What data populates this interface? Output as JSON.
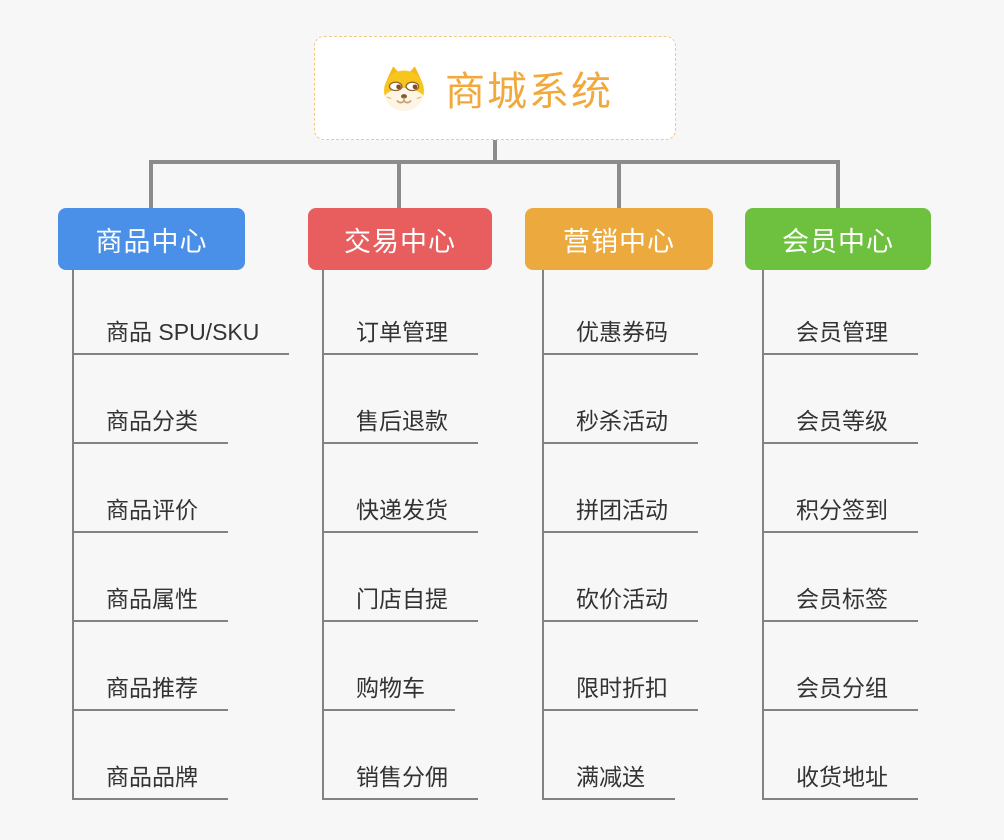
{
  "page": {
    "background_color": "#f7f7f7",
    "connector_color": "#8c8c8c"
  },
  "root": {
    "title": "商城系统",
    "icon": "shiba-dog-icon",
    "text_color": "#f2a93c",
    "border_color": "#f3c884"
  },
  "branches": [
    {
      "label": "商品中心",
      "color": "#4a90e8",
      "children": [
        "商品 SPU/SKU",
        "商品分类",
        "商品评价",
        "商品属性",
        "商品推荐",
        "商品品牌"
      ]
    },
    {
      "label": "交易中心",
      "color": "#e85d5d",
      "children": [
        "订单管理",
        "售后退款",
        "快递发货",
        "门店自提",
        "购物车",
        "销售分佣"
      ]
    },
    {
      "label": "营销中心",
      "color": "#ecaa3e",
      "children": [
        "优惠券码",
        "秒杀活动",
        "拼团活动",
        "砍价活动",
        "限时折扣",
        "满减送"
      ]
    },
    {
      "label": "会员中心",
      "color": "#6ec13e",
      "children": [
        "会员管理",
        "会员等级",
        "积分签到",
        "会员标签",
        "会员分组",
        "收货地址"
      ]
    }
  ]
}
